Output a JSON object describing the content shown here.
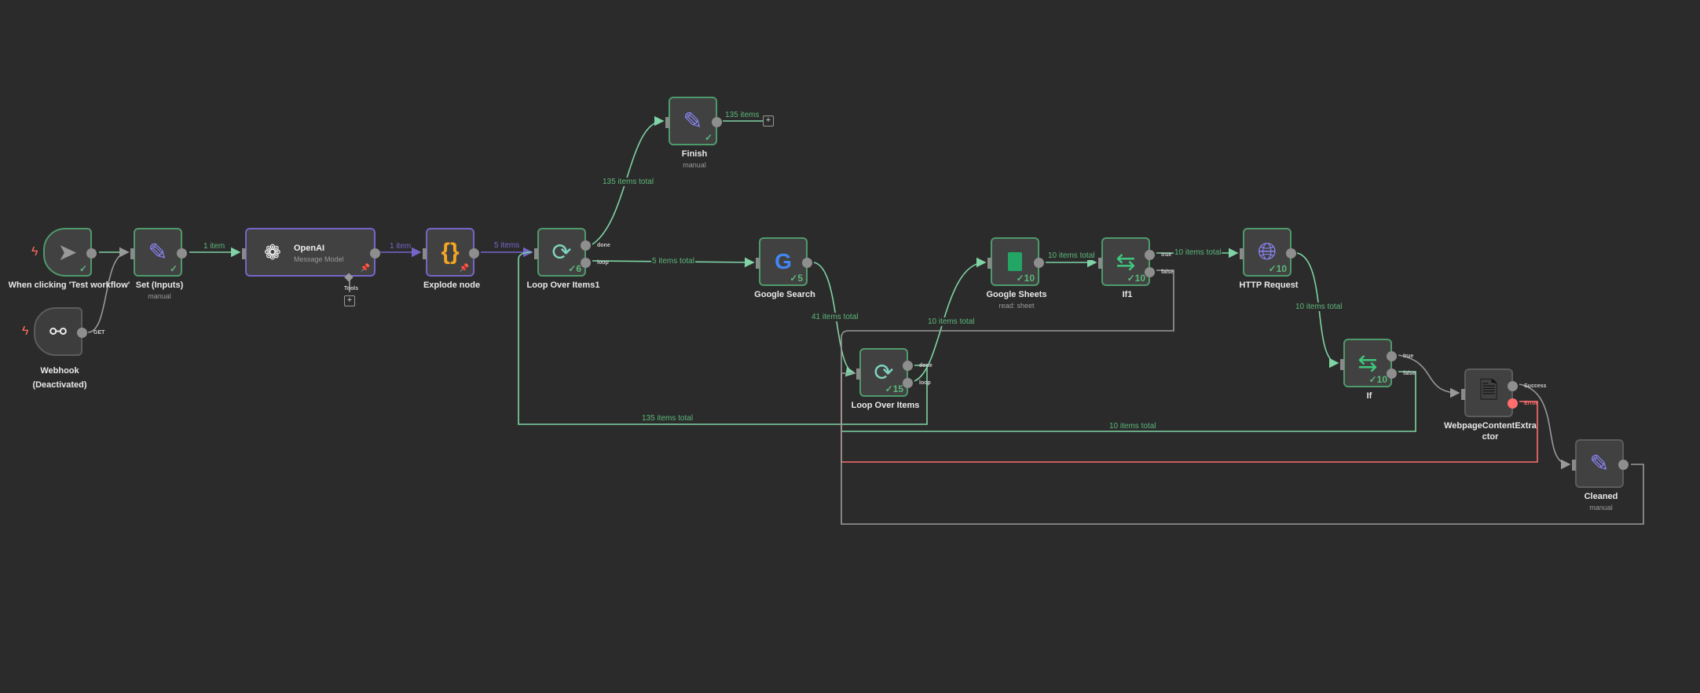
{
  "nodes": {
    "trigger": {
      "label": "When clicking 'Test workflow'"
    },
    "webhook": {
      "label": "Webhook",
      "sub": "(Deactivated)",
      "output": "GET"
    },
    "set_inputs": {
      "label": "Set (Inputs)",
      "sub": "manual"
    },
    "openai": {
      "title": "OpenAI",
      "subtitle": "Message Model",
      "tools": "Tools"
    },
    "explode": {
      "label": "Explode node"
    },
    "loop1": {
      "label": "Loop Over Items1",
      "count": "✓6",
      "done": "done",
      "loop": "loop"
    },
    "finish": {
      "label": "Finish",
      "sub": "manual"
    },
    "google_search": {
      "label": "Google Search",
      "count": "✓5"
    },
    "loop": {
      "label": "Loop Over Items",
      "count": "✓15",
      "done": "done",
      "loop": "loop"
    },
    "google_sheets": {
      "label": "Google Sheets",
      "sub": "read: sheet",
      "count": "✓10"
    },
    "if1": {
      "label": "If1",
      "count": "✓10",
      "true": "true",
      "false": "false"
    },
    "http": {
      "label": "HTTP Request",
      "count": "✓10"
    },
    "if": {
      "label": "If",
      "count": "✓10",
      "true": "true",
      "false": "false"
    },
    "extractor": {
      "label": "WebpageContentExtractor",
      "success": "Success",
      "error": "Error"
    },
    "cleaned": {
      "label": "Cleaned",
      "sub": "manual"
    }
  },
  "edges": {
    "set_openai": "1 item",
    "openai_explode": "1 item",
    "explode_loop1": "5 items",
    "loop1_finish": "135 items total",
    "finish_out": "135 items",
    "loop1_search": "5 items total",
    "search_loop": "41 items total",
    "loop_sheets": "10 items total",
    "sheets_if1": "10 items total",
    "if1_http": "10 items total",
    "http_if": "10 items total",
    "loop_back": "135 items total",
    "if_false_back": "10 items total"
  },
  "colors": {
    "success": "#5cb87a",
    "edge": "#7fd3a5",
    "ai": "#7466c9",
    "error": "#ff6d6d",
    "bg": "#2b2b2b"
  }
}
